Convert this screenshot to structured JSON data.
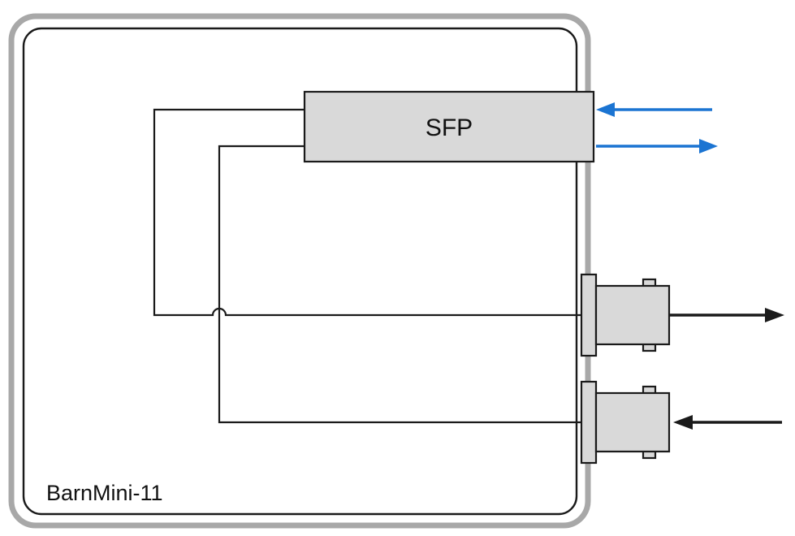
{
  "diagram": {
    "device": {
      "label": "BarnMini-11"
    },
    "sfp": {
      "label": "SFP"
    },
    "connectors": {
      "bnc_top": {
        "kind": "bnc",
        "arrow_direction": "right"
      },
      "bnc_bottom": {
        "kind": "bnc",
        "arrow_direction": "left"
      }
    },
    "arrows": {
      "fiber_in": {
        "direction": "left",
        "into": "sfp"
      },
      "fiber_out": {
        "direction": "right",
        "from": "sfp"
      },
      "sdi_out": {
        "direction": "right",
        "from": "bnc_top"
      },
      "sdi_in": {
        "direction": "left",
        "into": "bnc_bottom"
      }
    },
    "colors": {
      "fiber_blue": "#1b74d2",
      "signal_black": "#1a1a1a",
      "module_gray": "#d9d9d9",
      "case_gray": "#a8a8a8",
      "background": "#ffffff"
    }
  }
}
